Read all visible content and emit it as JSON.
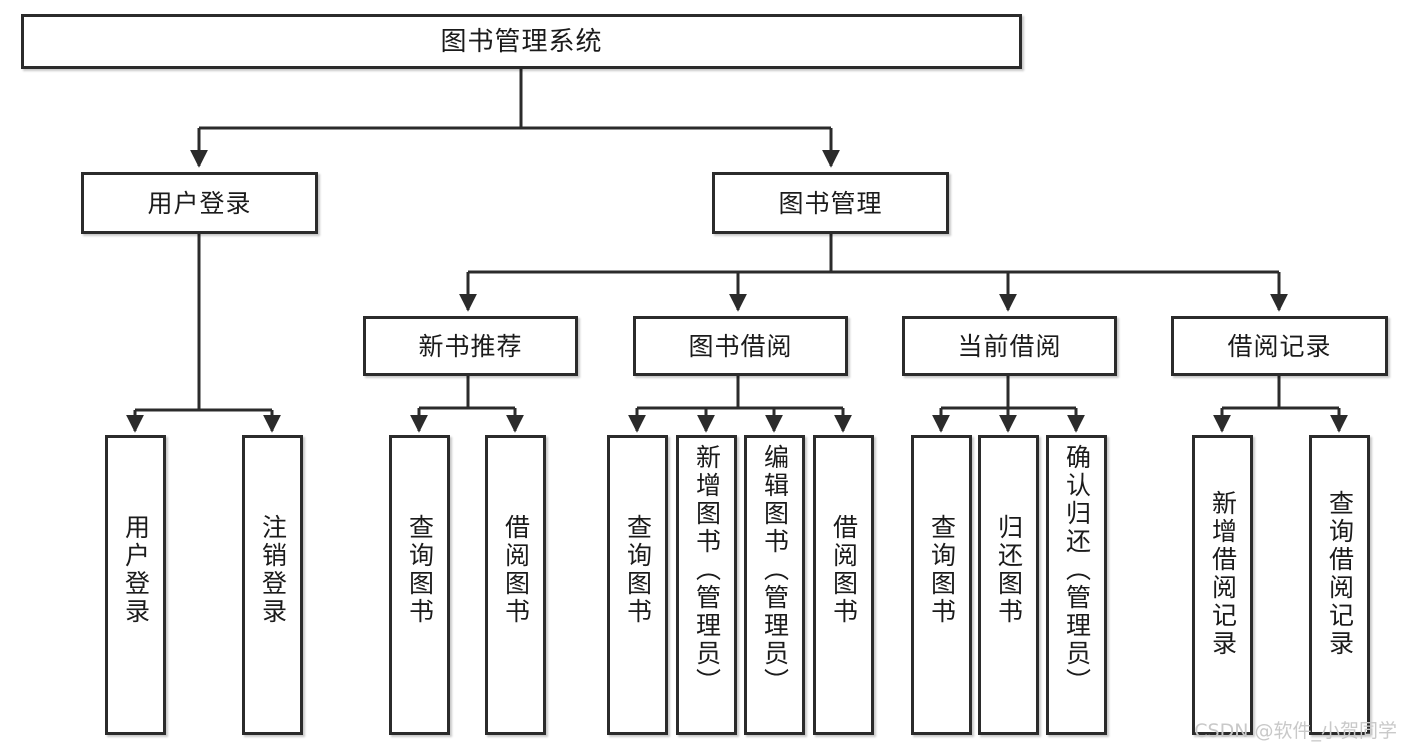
{
  "diagram": {
    "type": "tree-hierarchy-chart",
    "title": "图书管理系统",
    "background_color": "#ffffff",
    "line_color": "#2b2b2b",
    "text_color": "#1b1b1b"
  },
  "root": {
    "label": "图书管理系统"
  },
  "level2": [
    {
      "label": "用户登录"
    },
    {
      "label": "图书管理"
    }
  ],
  "level3": [
    {
      "label": "新书推荐"
    },
    {
      "label": "图书借阅"
    },
    {
      "label": "当前借阅"
    },
    {
      "label": "借阅记录"
    }
  ],
  "leaves": {
    "user_login": [
      {
        "label": "用户登录"
      },
      {
        "label": "注销登录"
      }
    ],
    "new_book_recommend": [
      {
        "label": "查询图书"
      },
      {
        "label": "借阅图书"
      }
    ],
    "book_borrow": [
      {
        "label": "查询图书"
      },
      {
        "label": "新增图书（管理员）"
      },
      {
        "label": "编辑图书（管理员）"
      },
      {
        "label": "借阅图书"
      }
    ],
    "current_borrow": [
      {
        "label": "查询图书"
      },
      {
        "label": "归还图书"
      },
      {
        "label": "确认归还（管理员）"
      }
    ],
    "borrow_record": [
      {
        "label": "新增借阅记录"
      },
      {
        "label": "查询借阅记录"
      }
    ]
  },
  "watermark": {
    "text": "CSDN @软件_小贺同学"
  }
}
